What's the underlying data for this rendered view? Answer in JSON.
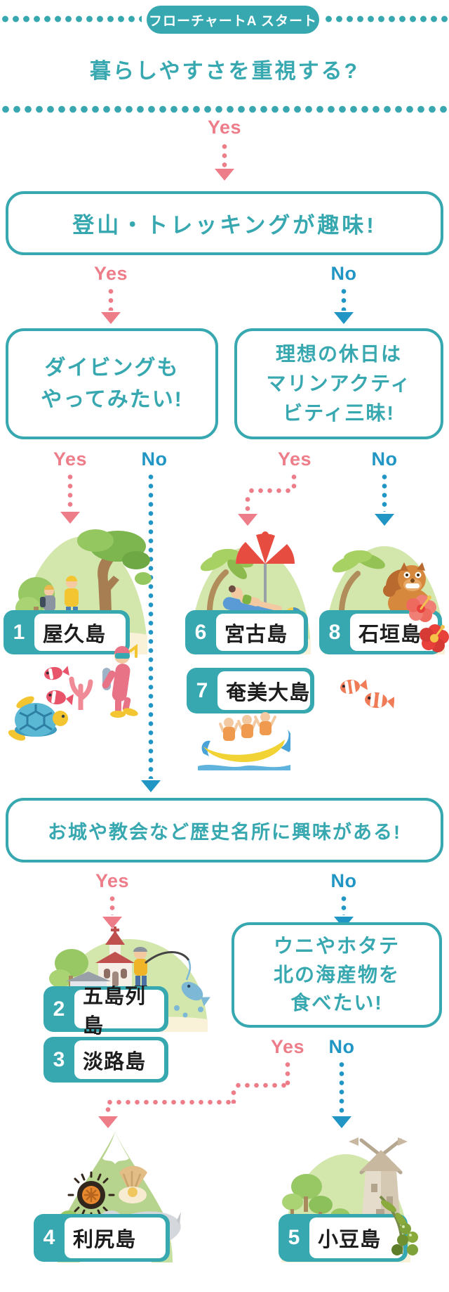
{
  "colors": {
    "teal": "#38a8b0",
    "pink": "#ee7d8a",
    "blue": "#2196c5",
    "ink": "#1d1d1d"
  },
  "header": {
    "title": "フローチャートA スタート"
  },
  "answers": {
    "yes": "Yes",
    "no": "No"
  },
  "questions": {
    "start": "暮らしやすさを重視する?",
    "q1": "登山・トレッキングが趣味!",
    "q2": {
      "lines": [
        "ダイビングも",
        "やってみたい!"
      ]
    },
    "q3": {
      "lines": [
        "理想の休日は",
        "マリンアクティ",
        "ビティ三昧!"
      ]
    },
    "q4": "お城や教会など歴史名所に興味がある!",
    "q5": {
      "lines": [
        "ウニやホタテ",
        "北の海産物を",
        "食べたい!"
      ]
    }
  },
  "results": [
    {
      "number": "1",
      "name": "屋久島"
    },
    {
      "number": "6",
      "name": "宮古島"
    },
    {
      "number": "8",
      "name": "石垣島"
    },
    {
      "number": "7",
      "name": "奄美大島"
    },
    {
      "number": "2",
      "name": "五島列島"
    },
    {
      "number": "3",
      "name": "淡路島"
    },
    {
      "number": "4",
      "name": "利尻島"
    },
    {
      "number": "5",
      "name": "小豆島"
    }
  ]
}
